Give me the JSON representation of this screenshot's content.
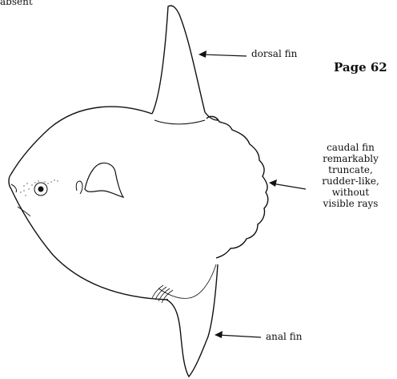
{
  "caption_top": "absent",
  "page_label": "Page 62",
  "labels": {
    "dorsal": "dorsal fin",
    "caudal_lines": [
      "caudal fin",
      "remarkably",
      "truncate,",
      "rudder-like,",
      "without",
      "visible rays"
    ],
    "anal": "anal fin"
  }
}
